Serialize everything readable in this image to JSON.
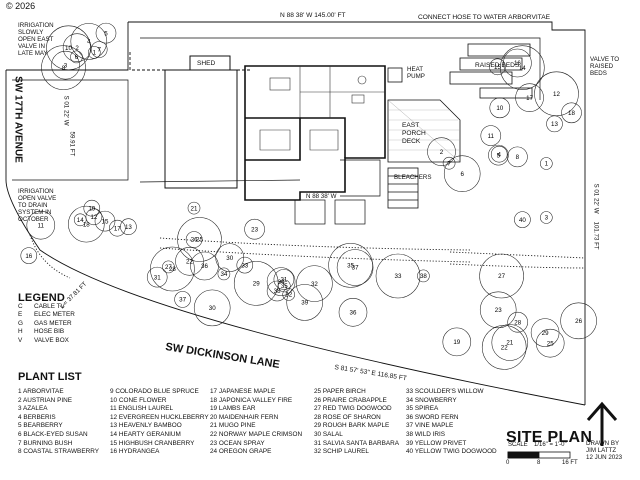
{
  "copyright": "© 2026",
  "title": "SITE PLAN",
  "drawn_by": "DRAWN BY\nJIM LATTZ\n12 JUN 2023",
  "scale": {
    "label": "SCALE",
    "ratio": "1/16\" = 1'-0\"",
    "t0": "0",
    "t1": "8",
    "t2": "16 FT"
  },
  "streets": {
    "west": "SW 17TH AVENUE",
    "south": "SW DICKINSON LANE"
  },
  "bearings": {
    "north": "N 88 38' W     145.00' FT",
    "west_a": "S 01 22' W",
    "west_b": "59.91 FT",
    "east_a": "S 01 22' W",
    "east_b": "101.73 FT",
    "south": "S 81 57' 53\" E       116.85 FT",
    "curve": "L = 37.81 FT",
    "north_mid": "N 88 38' W"
  },
  "notes": {
    "irr_top": "IRRIGATION\nSLOWLY\nOPEN EAST\nVALVE IN\nLATE MAY",
    "irr_left": "IRRIGATION\nOPEN VALVE\nTO DRAIN\nSYSTEM IN\nOCTOBER",
    "connect_hose": "CONNECT HOSE TO WATER ARBORVITAE",
    "valve_raised": "VALVE TO\nRAISED\nBEDS",
    "shed": "SHED",
    "heat_pump": "HEAT\nPUMP",
    "raised_beds": "RAISED BEDS",
    "east_porch": "EAST\nPORCH\nDECK",
    "bleachers": "BLEACHERS"
  },
  "legend": {
    "title": "LEGEND",
    "items": [
      {
        "sym": "C",
        "label": "CABLE TV"
      },
      {
        "sym": "E",
        "label": "ELEC METER"
      },
      {
        "sym": "G",
        "label": "GAS METER"
      },
      {
        "sym": "H",
        "label": "HOSE BIB"
      },
      {
        "sym": "V",
        "label": "VALVE BOX"
      }
    ]
  },
  "plant_list": {
    "title": "PLANT LIST",
    "columns": [
      [
        "1  ARBORVITAE",
        "2  AUSTRIAN PINE",
        "3  AZALEA",
        "4  BERBERIS",
        "5  BEARBERRY",
        "6  BLACK-EYED SUSAN",
        "7  BURNING BUSH",
        "8  COASTAL STRAWBERRY"
      ],
      [
        "9  COLORADO BLUE SPRUCE",
        "10 CONE FLOWER",
        "11 ENGLISH LAUREL",
        "12 EVERGREEN HUCKLEBERRY",
        "13 HEAVENLY BAMBOO",
        "14 HEARTY GERANIUM",
        "15 HIGHBUSH CRANBERRY",
        "16 HYDRANGEA"
      ],
      [
        "17 JAPANESE MAPLE",
        "18 JAPONICA VALLEY FIRE",
        "19 LAMBS EAR",
        "20 MAIDENHAIR FERN",
        "21 MUGO PINE",
        "22 NORWAY MAPLE CRIMSON",
        "23 OCEAN SPRAY",
        "24 OREGON GRAPE"
      ],
      [
        "25 PAPER BIRCH",
        "26 PRAIRE CRABAPPLE",
        "27 RED TWIG DOGWOOD",
        "28 ROSE OF SHARON",
        "29 ROUGH BARK MAPLE",
        "30 SALAL",
        "31 SALVIA SANTA BARBARA",
        "32 SCHIP LAUREL"
      ],
      [
        "33 SCOULDER'S WILLOW",
        "34 SNOWBERRY",
        "35 SPIREA",
        "36 SWORD FERN",
        "37 VINE MAPLE",
        "38 WILD IRIS",
        "39 YELLOW PRIVET",
        "40 YELLOW TWIG DOGWOOD"
      ]
    ]
  },
  "plant_marks": [
    "1",
    "2",
    "3",
    "4",
    "5",
    "6",
    "7",
    "8",
    "10",
    "11",
    "12",
    "13",
    "14",
    "15",
    "16",
    "17",
    "18",
    "19",
    "21",
    "22",
    "23",
    "25",
    "26",
    "27",
    "28",
    "29",
    "30",
    "31",
    "32",
    "33",
    "34",
    "35",
    "36",
    "37",
    "38",
    "39",
    "40"
  ]
}
